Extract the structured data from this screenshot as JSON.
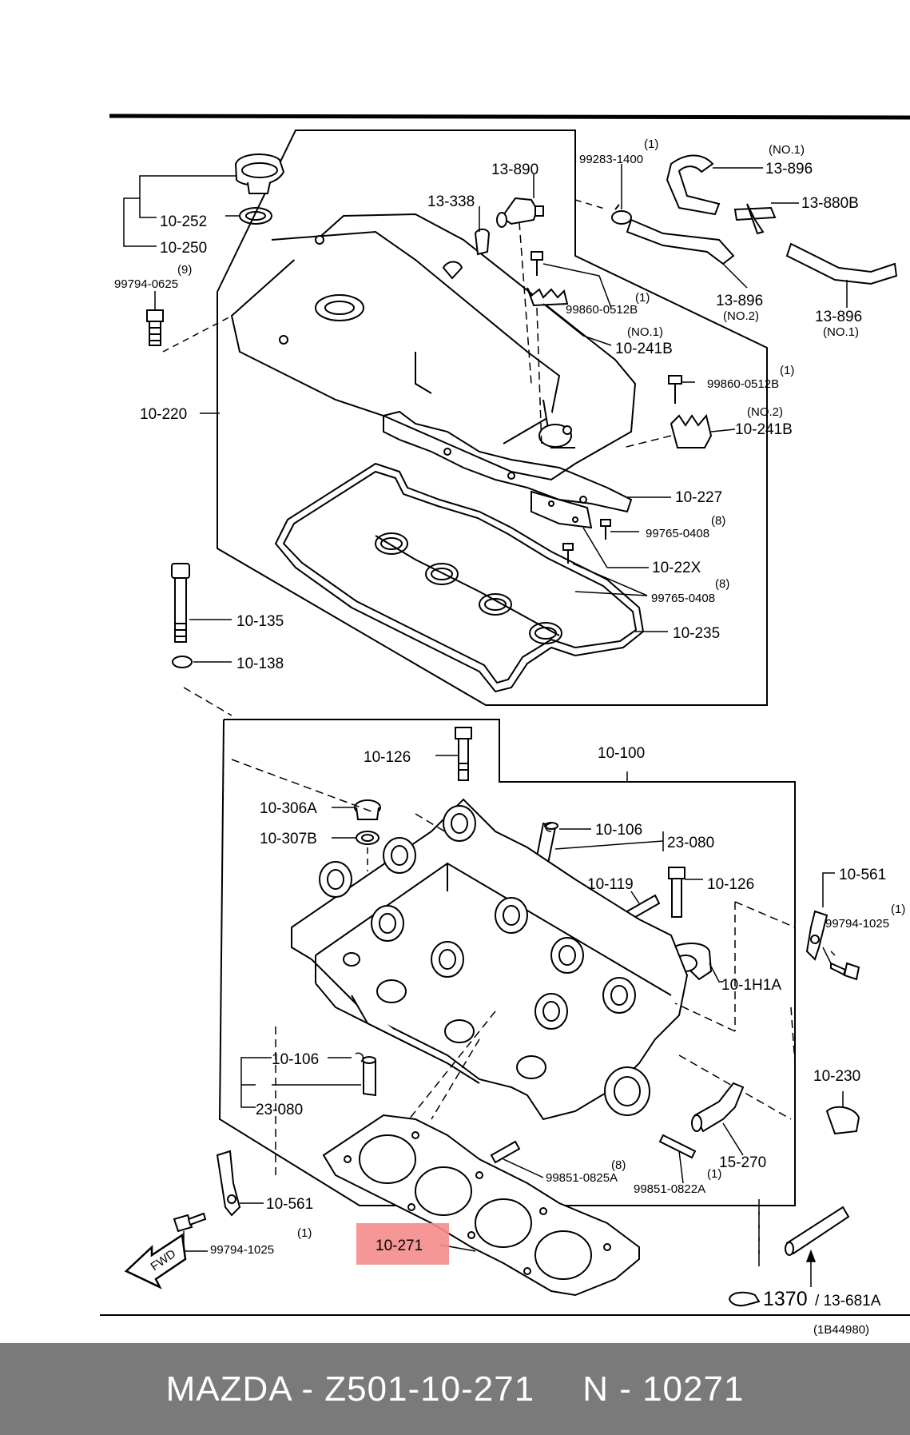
{
  "diagram": {
    "labels": {
      "p10_252": "10-252",
      "p10_250": "10-250",
      "p99794_0625": "99794-0625",
      "q9": "(9)",
      "p13_338": "13-338",
      "p13_890": "13-890",
      "p99283_1400": "99283-1400",
      "q1a": "(1)",
      "no1a": "(NO.1)",
      "p13_896a": "13-896",
      "p13_880B": "13-880B",
      "p13_896b": "13-896",
      "no2a": "(NO.2)",
      "p13_896c": "13-896",
      "no1b": "(NO.1)",
      "p99860_0512Ba": "99860-0512B",
      "q1b": "(1)",
      "no1c": "(NO.1)",
      "p10_241Ba": "10-241B",
      "p10_220": "10-220",
      "p99860_0512Bb": "99860-0512B",
      "q1c": "(1)",
      "no2b": "(NO.2)",
      "p10_241Bb": "10-241B",
      "p10_227": "10-227",
      "p99765_0408a": "99765-0408",
      "q8a": "(8)",
      "p10_22X": "10-22X",
      "p99765_0408b": "99765-0408",
      "q8b": "(8)",
      "p10_235": "10-235",
      "p10_135": "10-135",
      "p10_138": "10-138",
      "p10_126a": "10-126",
      "p10_100": "10-100",
      "p10_306A": "10-306A",
      "p10_307B": "10-307B",
      "p10_106a": "10-106",
      "p23_080a": "23-080",
      "p10_119": "10-119",
      "p10_126b": "10-126",
      "p10_561a": "10-561",
      "p99794_1025a": "99794-1025",
      "q1d": "(1)",
      "p10_1H1A": "10-1H1A",
      "p10_106b": "10-106",
      "p23_080b": "23-080",
      "p10_230": "10-230",
      "p15_270": "15-270",
      "p99851_0825A": "99851-0825A",
      "q8c": "(8)",
      "p99851_0822A": "99851-0822A",
      "q1e": "(1)",
      "p10_561b": "10-561",
      "p99794_1025b": "99794-1025",
      "q1f": "(1)",
      "p10_271": "10-271",
      "fwd": "FWD",
      "ref1370": "1370",
      "ref13_681A": "/ 13-681A",
      "code": "(1B44980)"
    },
    "highlight_color": "#f48c8c"
  },
  "footer": {
    "brand_part": "MAZDA - Z501-10-271",
    "alt_part": "N - 10271"
  }
}
